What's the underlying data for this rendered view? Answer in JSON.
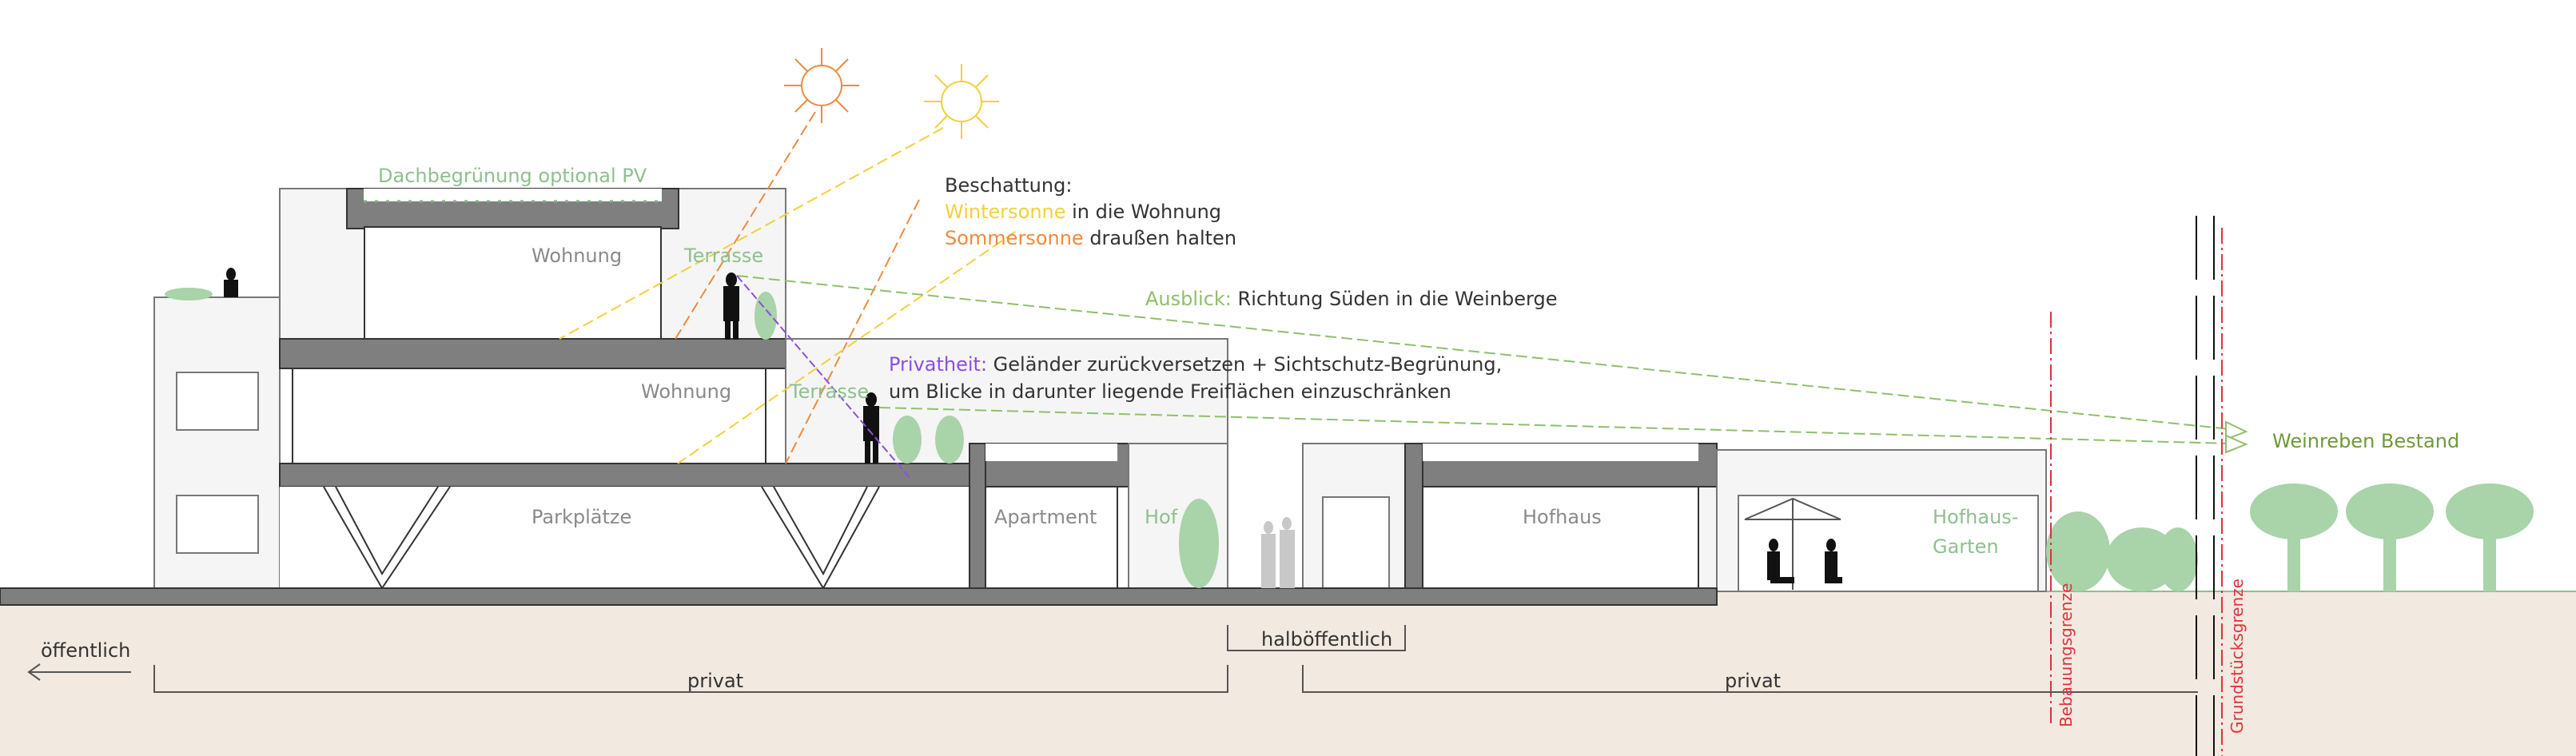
{
  "labels": {
    "roof": "Dachbegrünung optional PV",
    "upper_flat": "Wohnung",
    "upper_terrace": "Terrasse",
    "lower_flat": "Wohnung",
    "lower_terrace": "Terrasse",
    "parking": "Parkplätze",
    "apartment": "Apartment",
    "court": "Hof",
    "courthouse": "Hofhaus",
    "garden_1": "Hofhaus-",
    "garden_2": "Garten",
    "vines": "Weinreben Bestand"
  },
  "notes": {
    "shading_title": "Beschattung:",
    "winter_key": "Wintersonne",
    "winter_text": " in die Wohnung",
    "summer_key": "Sommersonne",
    "summer_text": " draußen halten",
    "view_key": "Ausblick:",
    "view_text": " Richtung Süden in die Weinberge",
    "privacy_key": "Privatheit:",
    "privacy_text": " Geländer zurückversetzen + Sichtschutz-Begrünung,",
    "privacy_text2": "um Blicke in darunter liegende Freiflächen einzuschränken"
  },
  "zones": {
    "public": "öffentlich",
    "private_left": "privat",
    "semi_public": "halböffentlich",
    "private_right": "privat",
    "building_line": "Bebauungsgrenze",
    "property_line": "Grundstücksgrenze"
  },
  "colors": {
    "winter": "#f2d03b",
    "summer": "#f08a3c",
    "view": "#8fbf6a",
    "privacy": "#8a4fe0",
    "boundary": "#e0323c",
    "ground": "#f2e9e0"
  }
}
